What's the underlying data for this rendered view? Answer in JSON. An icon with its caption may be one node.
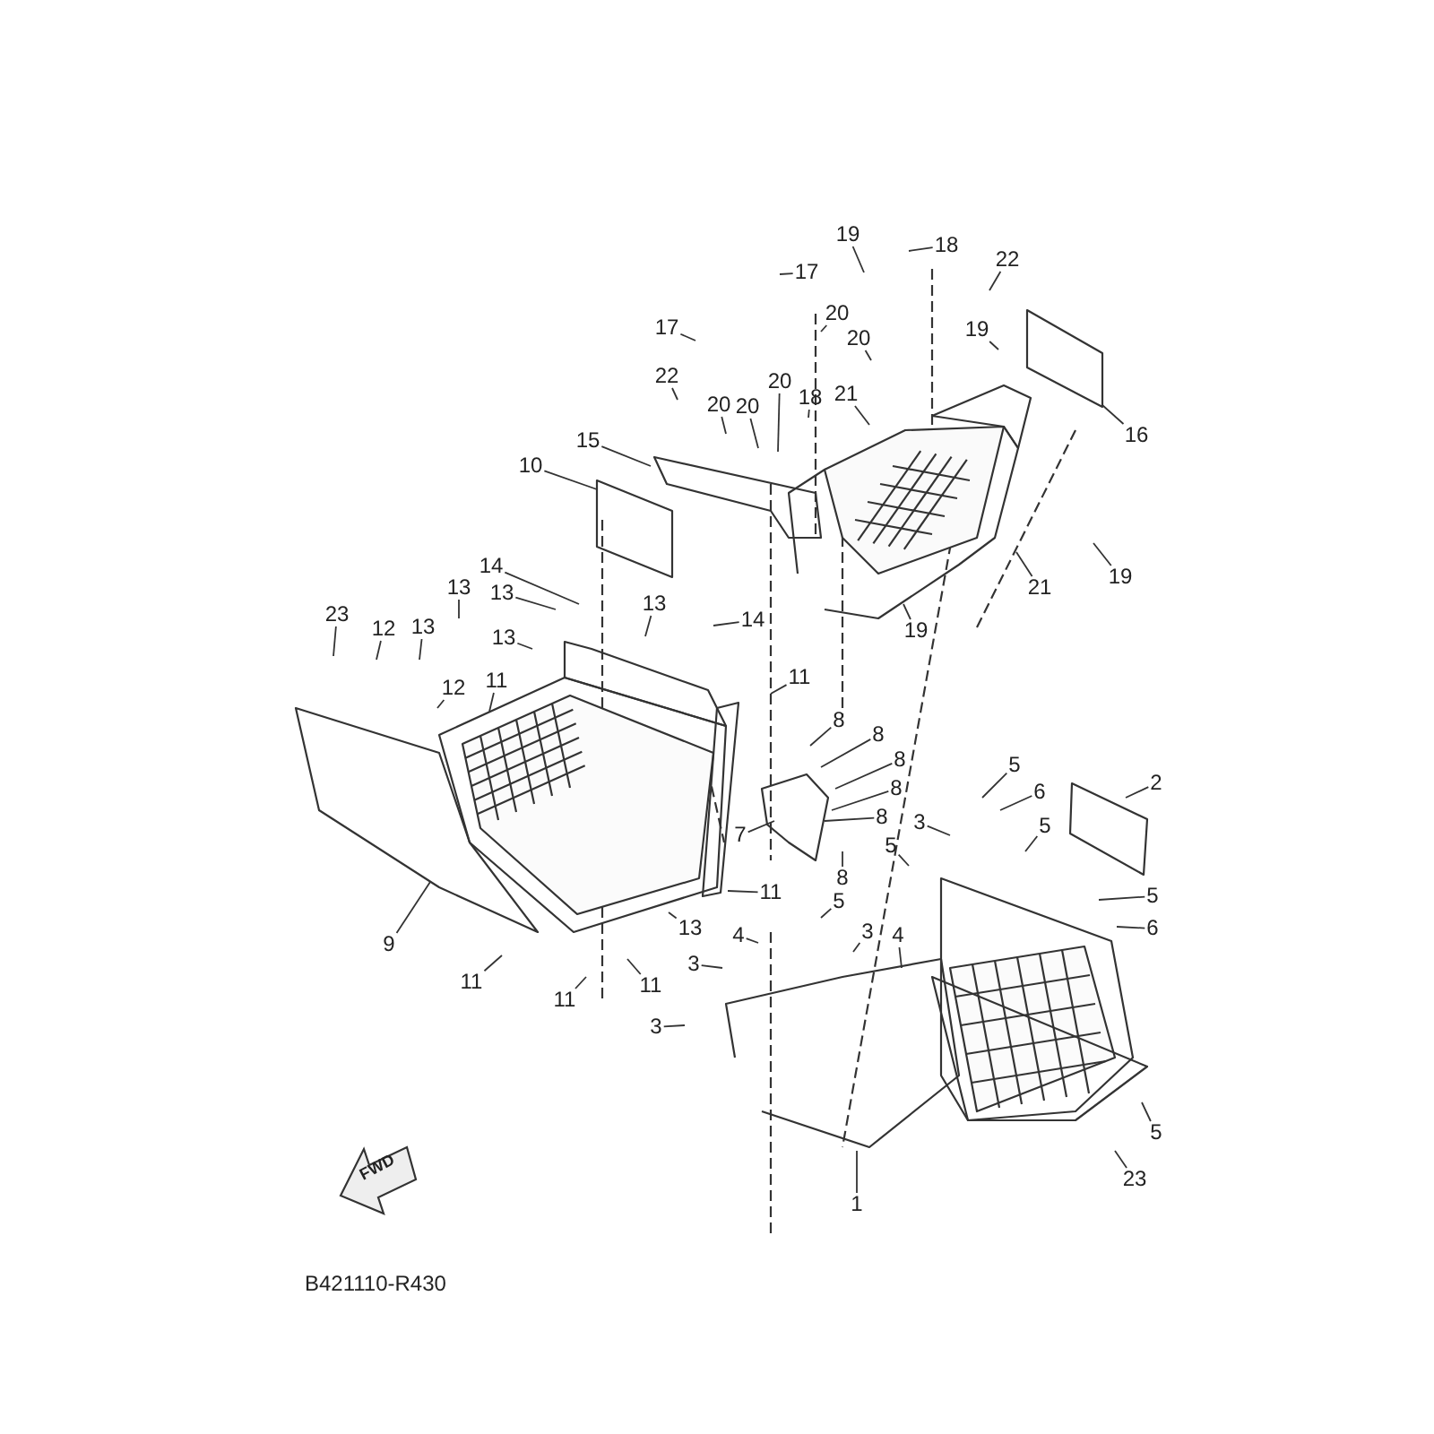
{
  "diagram": {
    "nodes": [
      {
        "text": [
          "19"
        ]
      },
      {
        "text": [
          "18"
        ]
      },
      {
        "text": [
          "22"
        ]
      },
      {
        "text": [
          "17"
        ]
      },
      {
        "text": [
          "17"
        ]
      },
      {
        "text": [
          "20"
        ]
      },
      {
        "text": [
          "19"
        ]
      },
      {
        "text": [
          "20"
        ]
      },
      {
        "text": [
          "22"
        ]
      },
      {
        "text": [
          "20"
        ]
      },
      {
        "text": [
          "21"
        ]
      },
      {
        "text": [
          "18"
        ]
      },
      {
        "text": [
          "20"
        ]
      },
      {
        "text": [
          "20"
        ]
      },
      {
        "text": [
          "16"
        ]
      },
      {
        "text": [
          "15"
        ]
      },
      {
        "text": [
          "10"
        ]
      },
      {
        "text": [
          "14"
        ]
      },
      {
        "text": [
          "13"
        ]
      },
      {
        "text": [
          "13"
        ]
      },
      {
        "text": [
          "19"
        ]
      },
      {
        "text": [
          "21"
        ]
      },
      {
        "text": [
          "23"
        ]
      },
      {
        "text": [
          "13"
        ]
      },
      {
        "text": [
          "14"
        ]
      },
      {
        "text": [
          "13"
        ]
      },
      {
        "text": [
          "12"
        ]
      },
      {
        "text": [
          "19"
        ]
      },
      {
        "text": [
          "13"
        ]
      },
      {
        "text": [
          "11"
        ]
      },
      {
        "text": [
          "12"
        ]
      },
      {
        "text": [
          "11"
        ]
      },
      {
        "text": [
          "8"
        ]
      },
      {
        "text": [
          "8"
        ]
      },
      {
        "text": [
          "8"
        ]
      },
      {
        "text": [
          "5"
        ]
      },
      {
        "text": [
          "8"
        ]
      },
      {
        "text": [
          "2"
        ]
      },
      {
        "text": [
          "6"
        ]
      },
      {
        "text": [
          "8"
        ]
      },
      {
        "text": [
          "3"
        ]
      },
      {
        "text": [
          "5"
        ]
      },
      {
        "text": [
          "5"
        ]
      },
      {
        "text": [
          "7"
        ]
      },
      {
        "text": [
          "8"
        ]
      },
      {
        "text": [
          "11"
        ]
      },
      {
        "text": [
          "5"
        ]
      },
      {
        "text": [
          "5"
        ]
      },
      {
        "text": [
          "13"
        ]
      },
      {
        "text": [
          "6"
        ]
      },
      {
        "text": [
          "4"
        ]
      },
      {
        "text": [
          "3"
        ]
      },
      {
        "text": [
          "4"
        ]
      },
      {
        "text": [
          "9"
        ]
      },
      {
        "text": [
          "3"
        ]
      },
      {
        "text": [
          "11"
        ]
      },
      {
        "text": [
          "11"
        ]
      },
      {
        "text": [
          "11"
        ]
      },
      {
        "text": [
          "3"
        ]
      },
      {
        "text": [
          "5"
        ]
      },
      {
        "text": [
          "23"
        ]
      },
      {
        "text": [
          "1"
        ]
      }
    ],
    "edges": [
      {
        "from": 0,
        "to": null,
        "arrow": "none"
      },
      {
        "from": 1,
        "to": null,
        "arrow": "none"
      },
      {
        "from": 2,
        "to": null,
        "arrow": "none"
      },
      {
        "from": 3,
        "to": null,
        "arrow": "none"
      },
      {
        "from": 4,
        "to": null,
        "arrow": "none"
      },
      {
        "from": 5,
        "to": null,
        "arrow": "none"
      },
      {
        "from": 6,
        "to": null,
        "arrow": "none"
      },
      {
        "from": 7,
        "to": null,
        "arrow": "none"
      },
      {
        "from": 8,
        "to": null,
        "arrow": "none"
      },
      {
        "from": 9,
        "to": null,
        "arrow": "none"
      },
      {
        "from": 10,
        "to": null,
        "arrow": "none"
      },
      {
        "from": 11,
        "to": null,
        "arrow": "none"
      },
      {
        "from": 12,
        "to": null,
        "arrow": "none"
      },
      {
        "from": 13,
        "to": null,
        "arrow": "none"
      },
      {
        "from": 14,
        "to": null,
        "arrow": "none"
      },
      {
        "from": 15,
        "to": null,
        "arrow": "none"
      },
      {
        "from": 16,
        "to": null,
        "arrow": "none"
      },
      {
        "from": 17,
        "to": null,
        "arrow": "none"
      },
      {
        "from": 18,
        "to": null,
        "arrow": "none"
      },
      {
        "from": 19,
        "to": null,
        "arrow": "none"
      },
      {
        "from": 20,
        "to": null,
        "arrow": "none"
      },
      {
        "from": 21,
        "to": null,
        "arrow": "none"
      },
      {
        "from": 22,
        "to": null,
        "arrow": "none"
      },
      {
        "from": 23,
        "to": null,
        "arrow": "none"
      },
      {
        "from": 24,
        "to": null,
        "arrow": "none"
      },
      {
        "from": 25,
        "to": null,
        "arrow": "none"
      },
      {
        "from": 26,
        "to": null,
        "arrow": "none"
      },
      {
        "from": 27,
        "to": null,
        "arrow": "none"
      },
      {
        "from": 28,
        "to": null,
        "arrow": "none"
      },
      {
        "from": 29,
        "to": null,
        "arrow": "none"
      },
      {
        "from": 30,
        "to": null,
        "arrow": "none"
      },
      {
        "from": 31,
        "to": null,
        "arrow": "none"
      },
      {
        "from": 32,
        "to": null,
        "arrow": "none"
      },
      {
        "from": 33,
        "to": null,
        "arrow": "none"
      },
      {
        "from": 34,
        "to": null,
        "arrow": "none"
      },
      {
        "from": 35,
        "to": null,
        "arrow": "none"
      },
      {
        "from": 36,
        "to": null,
        "arrow": "none"
      },
      {
        "from": 37,
        "to": null,
        "arrow": "none"
      },
      {
        "from": 38,
        "to": null,
        "arrow": "none"
      },
      {
        "from": 39,
        "to": null,
        "arrow": "none"
      },
      {
        "from": 40,
        "to": null,
        "arrow": "none"
      },
      {
        "from": 41,
        "to": null,
        "arrow": "none"
      },
      {
        "from": 42,
        "to": null,
        "arrow": "none"
      },
      {
        "from": 43,
        "to": null,
        "arrow": "none"
      },
      {
        "from": 44,
        "to": null,
        "arrow": "none"
      },
      {
        "from": 45,
        "to": null,
        "arrow": "none"
      },
      {
        "from": 46,
        "to": null,
        "arrow": "none"
      },
      {
        "from": 47,
        "to": null,
        "arrow": "none"
      },
      {
        "from": 48,
        "to": null,
        "arrow": "none"
      },
      {
        "from": 49,
        "to": null,
        "arrow": "none"
      },
      {
        "from": 50,
        "to": null,
        "arrow": "none"
      },
      {
        "from": 51,
        "to": null,
        "arrow": "none"
      },
      {
        "from": 52,
        "to": null,
        "arrow": "none"
      },
      {
        "from": 53,
        "to": null,
        "arrow": "none"
      },
      {
        "from": 54,
        "to": null,
        "arrow": "none"
      },
      {
        "from": 55,
        "to": null,
        "arrow": "none"
      },
      {
        "from": 56,
        "to": null,
        "arrow": "none"
      },
      {
        "from": 57,
        "to": null,
        "arrow": "none"
      },
      {
        "from": 58,
        "to": null,
        "arrow": "none"
      },
      {
        "from": 59,
        "to": null,
        "arrow": "none"
      },
      {
        "from": 60,
        "to": null,
        "arrow": "none"
      },
      {
        "from": 61,
        "to": null,
        "arrow": "none"
      }
    ],
    "labels": [
      "FWD",
      "B421110-R430"
    ]
  }
}
